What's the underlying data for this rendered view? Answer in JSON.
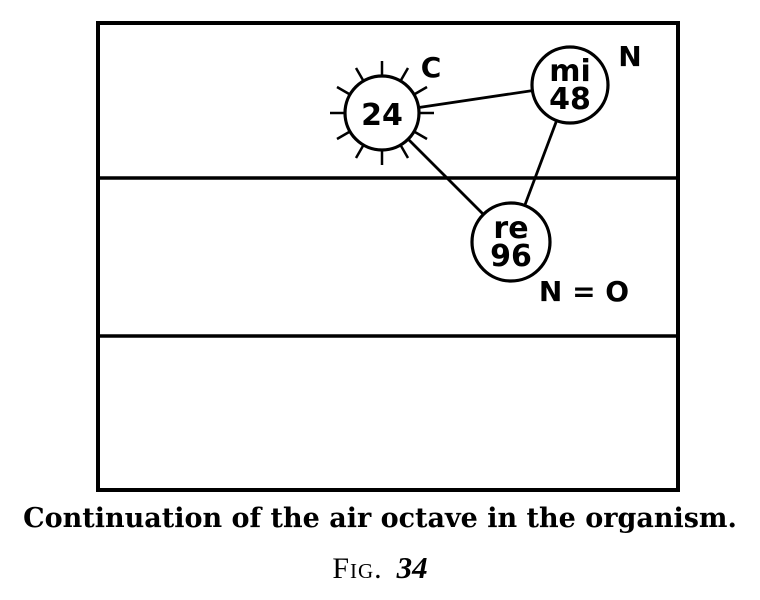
{
  "figure": {
    "caption": "Continuation of the air octave in the organism.",
    "fig_label": "Fig.",
    "fig_number": "34"
  },
  "diagram": {
    "rows": 3,
    "colors": {
      "ink": "#000000",
      "background": "#ffffff"
    },
    "nodes": [
      {
        "id": "node-24",
        "note": "",
        "number": "24",
        "outer_label": "C",
        "style": "circle-with-rays",
        "row": 1
      },
      {
        "id": "node-mi-48",
        "note": "mi",
        "number": "48",
        "outer_label": "N",
        "style": "circle",
        "row": 1
      },
      {
        "id": "node-re-96",
        "note": "re",
        "number": "96",
        "outer_label": "N = O",
        "style": "circle",
        "row": 2
      }
    ],
    "edges": [
      {
        "from": "node-24",
        "to": "node-mi-48"
      },
      {
        "from": "node-24",
        "to": "node-re-96"
      },
      {
        "from": "node-mi-48",
        "to": "node-re-96"
      }
    ]
  }
}
